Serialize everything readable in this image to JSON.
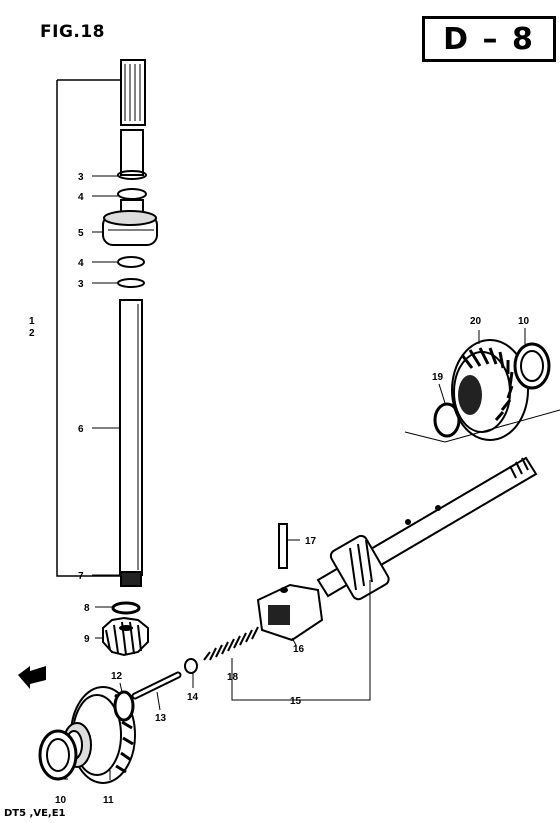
{
  "figure": {
    "title": "FIG.18",
    "page_code": "D – 8",
    "footer": "DT5 ,VE,E1"
  },
  "callouts": [
    {
      "id": "c1",
      "text": "1"
    },
    {
      "id": "c2",
      "text": "2"
    },
    {
      "id": "c3a",
      "text": "3"
    },
    {
      "id": "c4a",
      "text": "4"
    },
    {
      "id": "c5",
      "text": "5"
    },
    {
      "id": "c4b",
      "text": "4"
    },
    {
      "id": "c3b",
      "text": "3"
    },
    {
      "id": "c6",
      "text": "6"
    },
    {
      "id": "c7",
      "text": "7"
    },
    {
      "id": "c8",
      "text": "8"
    },
    {
      "id": "c9",
      "text": "9"
    },
    {
      "id": "c10a",
      "text": "10"
    },
    {
      "id": "c11",
      "text": "11"
    },
    {
      "id": "c12",
      "text": "12"
    },
    {
      "id": "c13",
      "text": "13"
    },
    {
      "id": "c14",
      "text": "14"
    },
    {
      "id": "c15",
      "text": "15"
    },
    {
      "id": "c16",
      "text": "16"
    },
    {
      "id": "c17",
      "text": "17"
    },
    {
      "id": "c18",
      "text": "18"
    },
    {
      "id": "c19",
      "text": "19"
    },
    {
      "id": "c20",
      "text": "20"
    },
    {
      "id": "c10b",
      "text": "10"
    }
  ]
}
